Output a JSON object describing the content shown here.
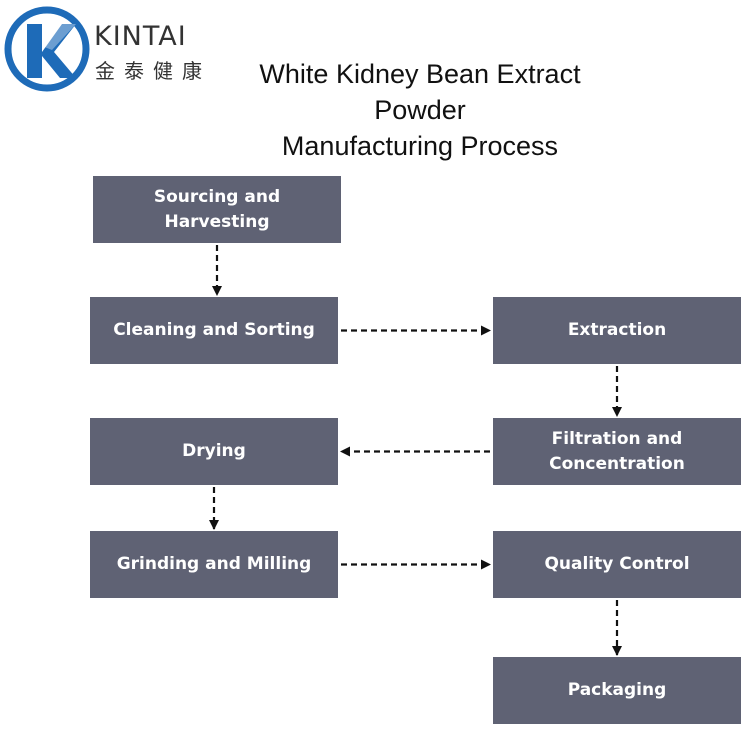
{
  "brand": {
    "name": "KINTAI",
    "name_cn": "金泰健康",
    "colors": {
      "primary": "#1e6bb8",
      "text": "#333333"
    }
  },
  "title_lines": [
    "White Kidney Bean Extract",
    "Powder",
    "Manufacturing Process"
  ],
  "steps": [
    {
      "id": "sourcing",
      "label": "Sourcing and\nHarvesting"
    },
    {
      "id": "cleaning",
      "label": "Cleaning and Sorting"
    },
    {
      "id": "extraction",
      "label": "Extraction"
    },
    {
      "id": "filtration",
      "label": "Filtration and\nConcentration"
    },
    {
      "id": "drying",
      "label": "Drying"
    },
    {
      "id": "grinding",
      "label": "Grinding and Milling"
    },
    {
      "id": "quality",
      "label": "Quality Control"
    },
    {
      "id": "packaging",
      "label": "Packaging"
    }
  ],
  "flow": [
    [
      "sourcing",
      "cleaning"
    ],
    [
      "cleaning",
      "extraction"
    ],
    [
      "extraction",
      "filtration"
    ],
    [
      "filtration",
      "drying"
    ],
    [
      "drying",
      "grinding"
    ],
    [
      "grinding",
      "quality"
    ],
    [
      "quality",
      "packaging"
    ]
  ],
  "colors": {
    "box_fill": "#5f6274",
    "box_text": "#ffffff",
    "arrow": "#111111"
  }
}
